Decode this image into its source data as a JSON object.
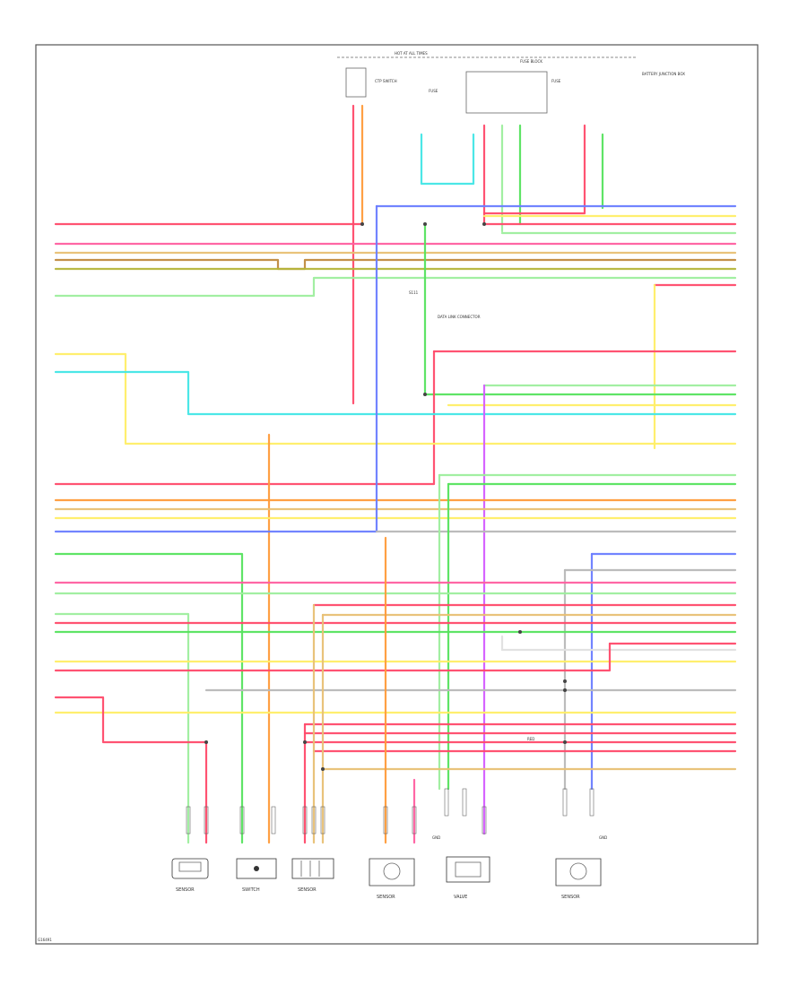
{
  "page_id": "3 of 4",
  "colors": {
    "red": "#ff4a6a",
    "pink": "#ff5fa0",
    "orange": "#ff9b3a",
    "yellow": "#ffee66",
    "green": "#56e35e",
    "lightgreen": "#9dee9d",
    "blue": "#6a7dff",
    "cyan": "#42e6e6",
    "violet": "#d45cff",
    "brown": "#c08a3e",
    "tan": "#e8c074",
    "gray": "#b8b8b8",
    "olive": "#b5b53a",
    "white": "#e0e0e0"
  },
  "top_labels": {
    "hot_at_all_times": "HOT AT ALL TIMES",
    "ctp_switch": "CTP SWITCH",
    "fuse_1": "FUSE",
    "fuse_2": "FUSE",
    "fuse_block": "FUSE BLOCK",
    "battery_note": "BATTERY JUNCTION BOX"
  },
  "mid_labels": {
    "sensor_block": "DATA LINK CONNECTOR",
    "splice": "S111"
  },
  "components": [
    {
      "id": "c1",
      "label": "SENSOR"
    },
    {
      "id": "c2",
      "label": "SWITCH"
    },
    {
      "id": "c3",
      "label": "SENSOR"
    },
    {
      "id": "c4",
      "label": "SENSOR"
    },
    {
      "id": "c5",
      "label": "VALVE"
    },
    {
      "id": "c6",
      "label": "SENSOR"
    }
  ],
  "tags": {
    "footer_ref": "G16491",
    "splice_label": "RED",
    "ground_a": "GND",
    "ground_b": "GND"
  }
}
